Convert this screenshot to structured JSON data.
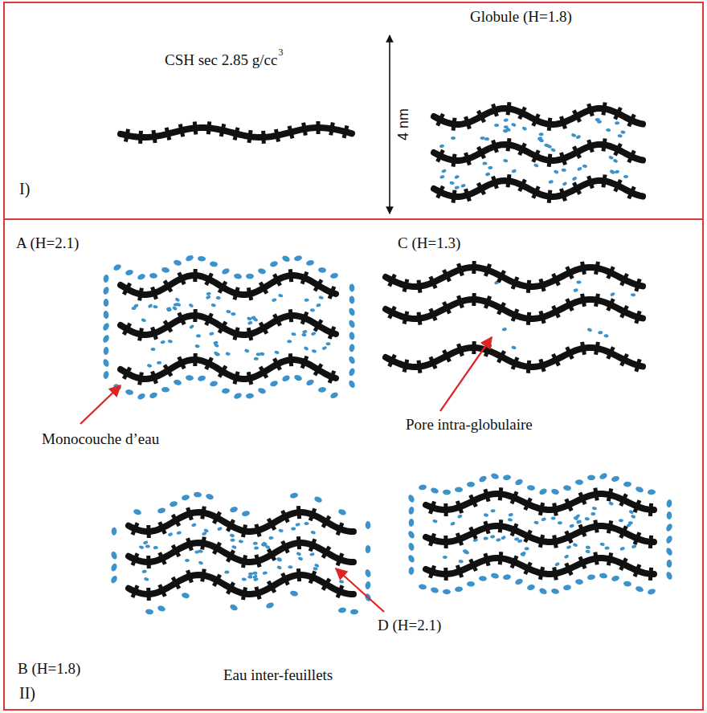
{
  "diagram": {
    "nodes": [
      {
        "text": [
          "I)"
        ]
      },
      {
        "text": [
          "II)"
        ]
      }
    ],
    "labels": [
      "CSH sec 2.85 g/cc",
      "3",
      "Globule (H=1.8)",
      "4 nm",
      "A (H=2.1)",
      "C (H=1.3)",
      "Monocouche d’eau",
      "Pore intra-globulaire",
      "B (H=1.8)",
      "D (H=2.1)",
      "Eau inter-feuillets"
    ]
  }
}
